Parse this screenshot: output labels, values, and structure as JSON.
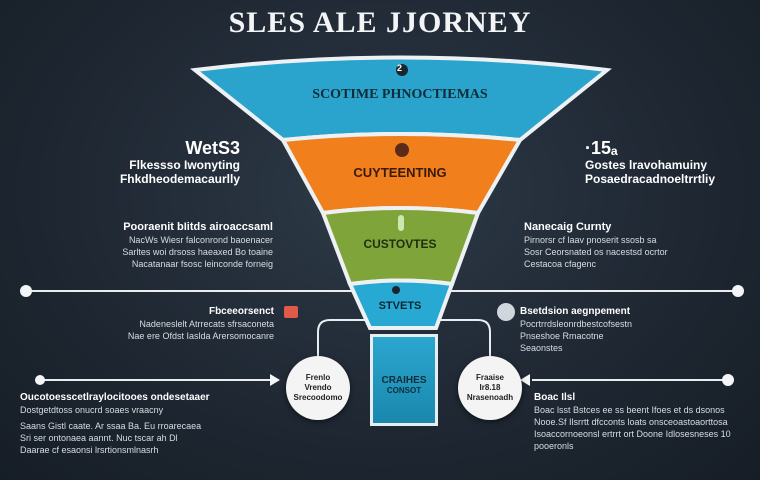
{
  "title": "SLES ALE JJORNEY",
  "funnel": {
    "stage1": {
      "number": "2",
      "label": "SCOTIME PHNOCTIEMAS"
    },
    "stage2": {
      "label": "CUYTEENTING"
    },
    "stage3": {
      "label": "CUSTOVTES"
    },
    "stage4": {
      "label": "STVETS"
    },
    "box": {
      "line1": "CRAIHES",
      "line2": "CONSOT"
    }
  },
  "left_top": {
    "value": "WetS3",
    "title": "Flkessso Iwonyting",
    "subtitle": "Fhkdheodemacaurlly"
  },
  "right_top": {
    "value": "·15ₐ",
    "title": "Gostes lravohamuiny",
    "subtitle": "Posaedracadnoeltrrtliy"
  },
  "left_mid": {
    "title": "Pooraenit bIitds airoaccsaml",
    "lines": [
      "NacWs Wiesr falconrond baoenacer",
      "Sarltes woi drsoss haeaxed Bo toaine",
      "Nacatanaar fsosc leinconde forneig"
    ]
  },
  "right_mid": {
    "title": "Nanecaig Curnty",
    "lines": [
      "Pirnorsr cf laav pnoserit ssosb sa",
      "Sosr Ceorsnated os nacestsd ocrtor",
      "Cestacoa cfagenc"
    ]
  },
  "left_low": {
    "title": "Fbceeorsenct",
    "lines": [
      "Nadeneslelt Atrrecats sfrsaconeta",
      "Nae ere Ofdst Iaslda Arersomocanre"
    ]
  },
  "right_low": {
    "title": "Bsetdsion aegnpement",
    "lines": [
      "Pocrtrrdsleonrdbestcofsestn",
      "Pnseshoe Rmacotne",
      "Seaonstes"
    ]
  },
  "circle_left": {
    "l1": "Frenlo",
    "l2": "Vrendo",
    "l3": "Srecoodomo"
  },
  "circle_right": {
    "l1": "Fraaise",
    "l2": "Ir8.18",
    "l3": "Nrasenoadh"
  },
  "bottom_left": {
    "title": "Oucotoesscetlraylocitooes ondesetaaer",
    "lines": [
      "Dostgetdtoss onucrd soaes vraacny",
      "Saans Gistl caate. Ar ssaa Ba. Eu rroarecaea",
      "Sri ser ontonaea aannt. Nuc tscar ah Dl",
      "Daarae cf esaonsi lrsrtionsmlnasrh"
    ]
  },
  "bottom_right": {
    "title": "Boac Ilsl",
    "lines": [
      "Boac lsst Bstces ee ss beent Ifoes et ds dsonos",
      "Nooe.Sf Ilsrrtt dfcconts loats onsceoastoaorttosa",
      "Isoaccornoeonsl ertrrt ort Doone Idlosesneses 10",
      "pooeronls"
    ]
  },
  "colors": {
    "stage1": "#2aa4cc",
    "stage2": "#f07f1c",
    "stage3": "#7fa53a",
    "stage4": "#27a9d4",
    "rim": "#eef1f3"
  },
  "icons": [
    "badge-icon",
    "person-icon",
    "plant-icon",
    "hand-icon",
    "chat-icon",
    "flag-icon"
  ]
}
